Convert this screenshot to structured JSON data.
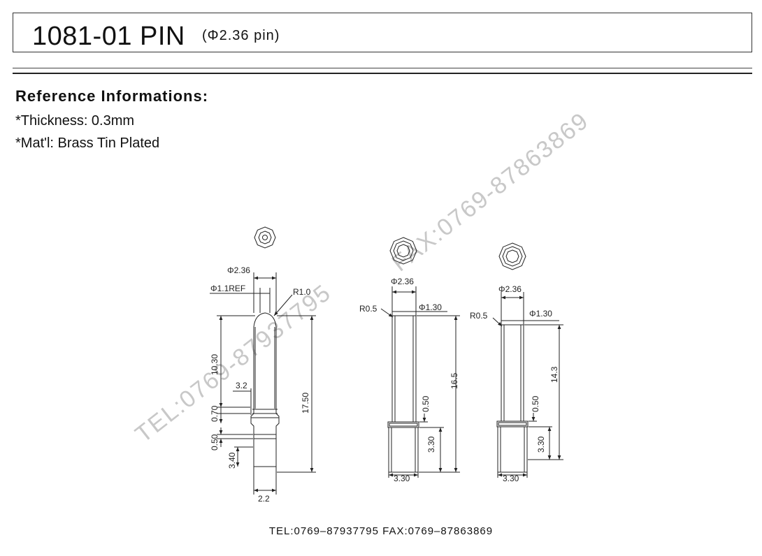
{
  "header": {
    "title": "1081-01 PIN",
    "subtitle": "(Φ2.36 pin)"
  },
  "reference": {
    "heading": "Reference Informations:",
    "thickness": "*Thickness: 0.3mm",
    "material": "*Mat'l: Brass Tin Plated"
  },
  "drawing1": {
    "dia": "Φ2.36",
    "ref": "Φ1.1REF",
    "radius": "R1.0",
    "d1030": "10.30",
    "d32": "3.2",
    "d070": "0.70",
    "d050": "0.50",
    "d340": "3.40",
    "d1750": "17.50",
    "d22": "2.2"
  },
  "drawing2": {
    "dia": "Φ2.36",
    "radius": "R0.5",
    "inner": "Φ1.30",
    "height": "16.5",
    "d050": "0.50",
    "d330": "3.30",
    "width": "3.30"
  },
  "drawing3": {
    "dia": "Φ2.36",
    "radius": "R0.5",
    "inner": "Φ1.30",
    "height": "14.3",
    "d050": "0.50",
    "d330": "3.30",
    "width": "3.30"
  },
  "watermark": {
    "tel": "TEL:0769-87937795",
    "fax": "FAX:0769-87863869"
  },
  "footer": {
    "text": "TEL:0769–87937795   FAX:0769–87863869"
  },
  "colors": {
    "line": "#222222",
    "watermark": "#c8c8c8"
  }
}
